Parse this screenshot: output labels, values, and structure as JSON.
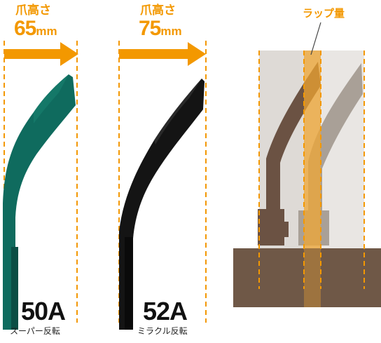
{
  "blade_50a": {
    "height_label": "爪高さ",
    "height_value": "65",
    "height_unit": "mm",
    "model_code": "50A",
    "model_name": "スーパー反転",
    "color": "#0f6b5e"
  },
  "blade_52a": {
    "height_label": "爪高さ",
    "height_value": "75",
    "height_unit": "mm",
    "model_code": "52A",
    "model_name": "ミラクル反転",
    "color": "#141414"
  },
  "overlap_diagram": {
    "label": "ラップ量",
    "front_blade_color": "#6b5243",
    "back_blade_color": "#a9a097",
    "overlap_color": "#f3a631",
    "base_color": "#6f5847"
  },
  "accent_color": "#f39800"
}
